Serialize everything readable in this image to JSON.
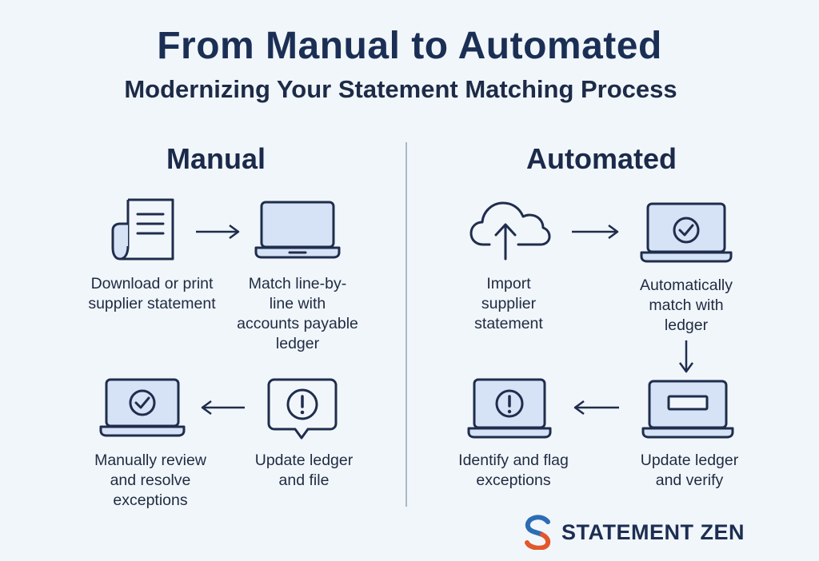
{
  "header": {
    "title": "From Manual to Automated",
    "subtitle": "Modernizing Your Statement Matching Process"
  },
  "manual": {
    "heading": "Manual",
    "steps": [
      {
        "label": "Download or print\nsupplier statement",
        "icon": "document-icon"
      },
      {
        "label": "Match line-by-\nline with\naccounts payable\nledger",
        "icon": "laptop-icon"
      },
      {
        "label": "Update ledger\nand file",
        "icon": "alert-speech-bubble-icon"
      },
      {
        "label": "Manually review\nand resolve\nexceptions",
        "icon": "laptop-check-icon"
      }
    ]
  },
  "automated": {
    "heading": "Automated",
    "steps": [
      {
        "label": "Import\nsupplier\nstatement",
        "icon": "cloud-upload-icon"
      },
      {
        "label": "Automatically\nmatch with\nledger",
        "icon": "laptop-check-icon"
      },
      {
        "label": "Update ledger\nand verify",
        "icon": "laptop-bar-icon"
      },
      {
        "label": "Identify and flag\nexceptions",
        "icon": "laptop-alert-icon"
      }
    ]
  },
  "brand": {
    "name": "STATEMENT ZEN",
    "logo": "s-logo-icon",
    "colors": {
      "navy": "#1c2e52",
      "orange": "#e2572b",
      "blue": "#2d6cb4"
    }
  },
  "colors": {
    "stroke": "#1f2d4d",
    "icon_fill": "#d6e2f5",
    "background": "#f1f6fa"
  }
}
